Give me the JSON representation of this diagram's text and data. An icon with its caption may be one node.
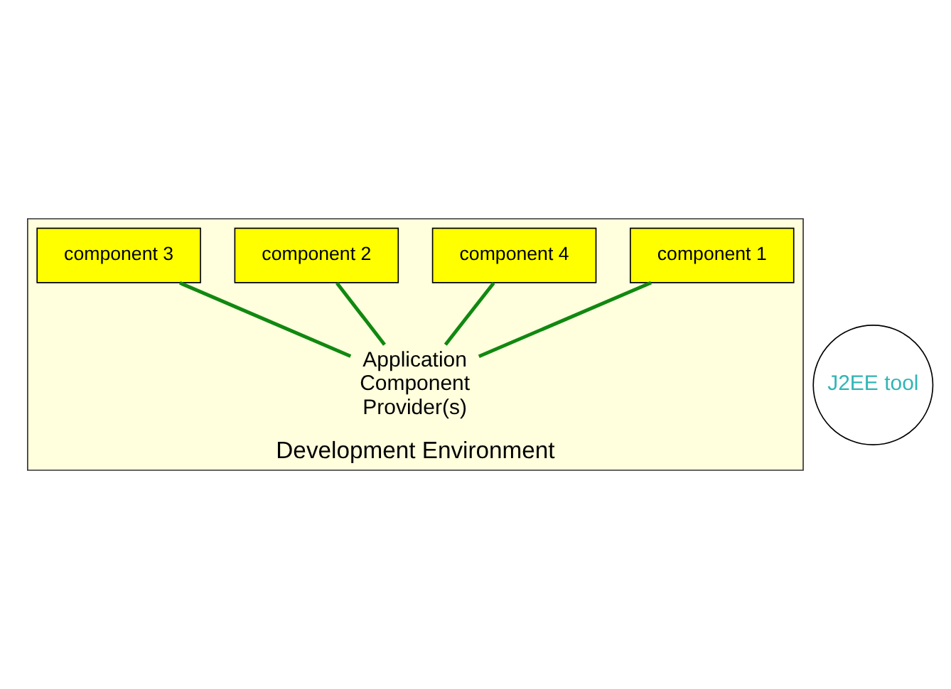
{
  "diagram": {
    "nodes": [
      {
        "text": [
          "Development Environment"
        ]
      },
      {
        "text": [
          "J2EE tool"
        ]
      },
      {
        "text": [
          "component 3"
        ],
        "in": 0
      },
      {
        "text": [
          "component 2"
        ],
        "in": 0
      },
      {
        "text": [
          "component 4"
        ],
        "in": 0
      },
      {
        "text": [
          "Application Component Provider(s)"
        ],
        "in": 0
      },
      {
        "text": [
          "component 1"
        ],
        "in": 0
      }
    ],
    "edges": [
      {
        "from": 5,
        "to": 3,
        "arrow": "none"
      },
      {
        "from": 5,
        "to": 2,
        "arrow": "none"
      },
      {
        "from": 5,
        "to": 4,
        "arrow": "none"
      },
      {
        "from": 5,
        "to": 6,
        "arrow": "none"
      }
    ]
  }
}
